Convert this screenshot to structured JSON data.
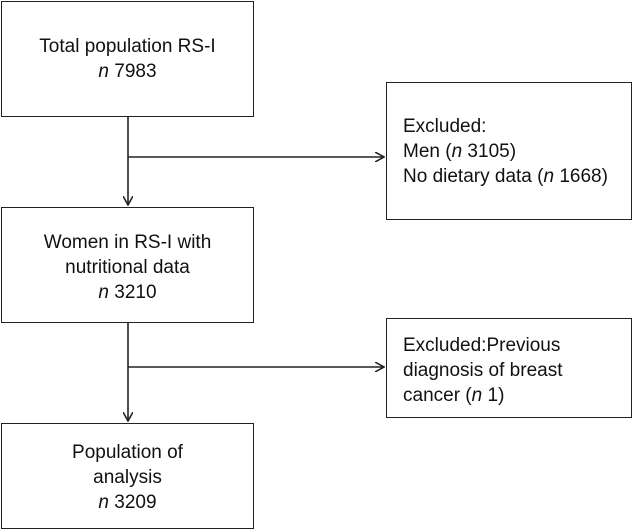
{
  "boxes": {
    "total": {
      "title": "Total population RS-I",
      "n_label": "n",
      "n_value": "7983"
    },
    "excluded1": {
      "title": "Excluded:",
      "line1_text": "Men (",
      "line1_n": "n",
      "line1_value": " 3105)",
      "line2_text": "No dietary data (",
      "line2_n": "n",
      "line2_value": " 1668)"
    },
    "women": {
      "line1": "Women in RS-I with",
      "line2": "nutritional data",
      "n_label": "n",
      "n_value": "3210"
    },
    "excluded2": {
      "line1": "Excluded:Previous",
      "line2": "diagnosis of breast",
      "line3_text": "cancer (",
      "line3_n": "n",
      "line3_value": " 1)"
    },
    "analysis": {
      "line1": "Population of",
      "line2": "analysis",
      "n_label": "n",
      "n_value": "3209"
    }
  },
  "colors": {
    "stroke": "#222222",
    "text": "#111111",
    "background": "#ffffff"
  }
}
